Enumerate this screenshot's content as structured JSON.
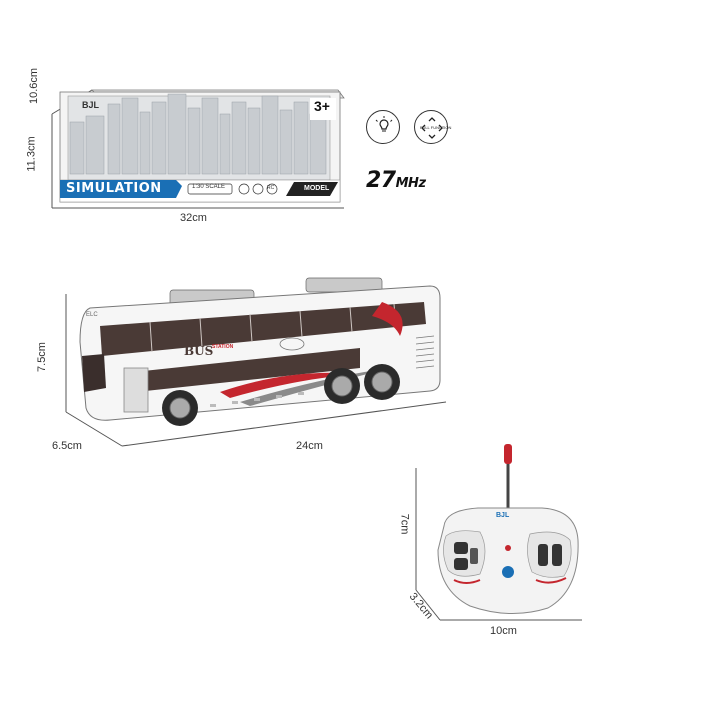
{
  "package": {
    "brand": "BJL",
    "age": "3+",
    "name": "SIMULATION",
    "badge_scale": "1:30 SCALE",
    "badge_model": "MODEL",
    "badge_rc": "RC",
    "dim_depth": "10.6cm",
    "dim_height": "11.3cm",
    "dim_width": "32cm"
  },
  "features": {
    "light_icon": "light-bulb-icon",
    "function_icon": "full-function-icon",
    "function_label": "FULL FUNCTION",
    "frequency_value": "27",
    "frequency_unit": "MHz"
  },
  "bus": {
    "logo": "BUS",
    "logo_sub": "STATION",
    "plate": "ELC",
    "dim_height": "7.5cm",
    "dim_depth": "6.5cm",
    "dim_length": "24cm"
  },
  "remote": {
    "brand": "BJL",
    "dim_height": "7cm",
    "dim_depth": "3.2cm",
    "dim_width": "10cm"
  },
  "colors": {
    "box_blue": "#1a6fb5",
    "bus_brown": "#4a3a36",
    "accent_red": "#c4262e"
  }
}
